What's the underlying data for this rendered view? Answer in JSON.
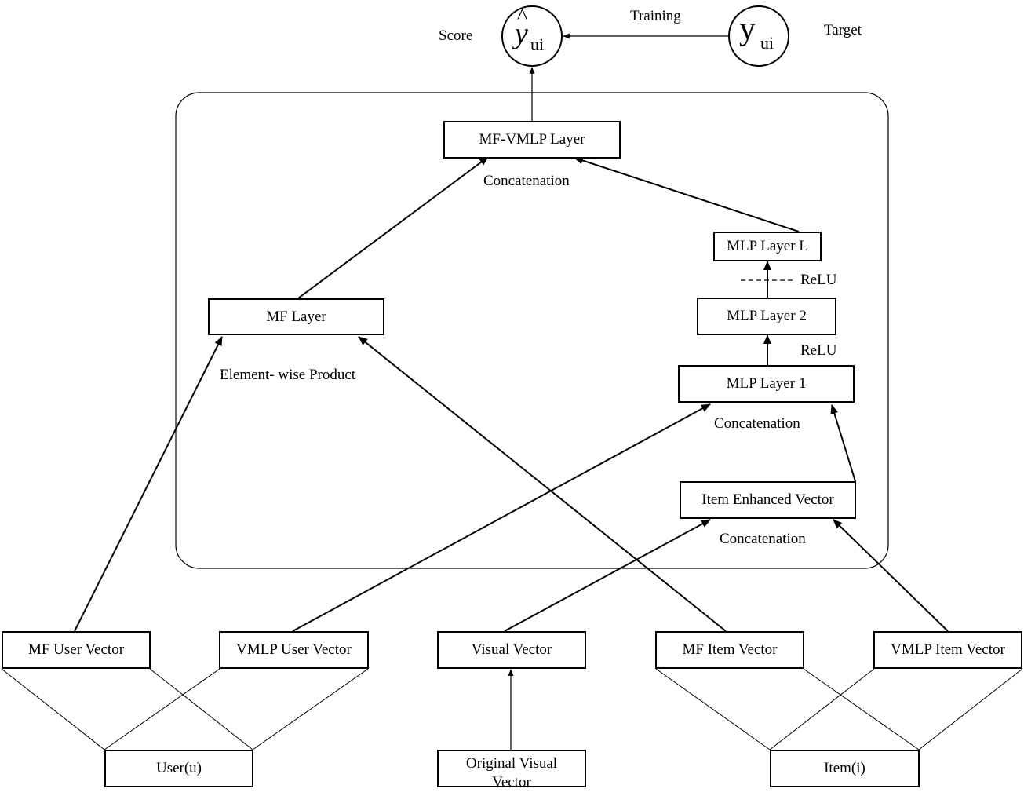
{
  "score": {
    "label": "Score",
    "symbol": "y",
    "hat": "^",
    "subscript": "ui"
  },
  "target": {
    "label": "Target",
    "symbol": "y",
    "subscript": "ui"
  },
  "training_label": "Training",
  "layers": {
    "mf_vmlp": "MF-VMLP Layer",
    "mf": "MF Layer",
    "mlp_l": "MLP Layer L",
    "mlp_2": "MLP Layer 2",
    "mlp_1": "MLP Layer 1",
    "item_enhanced": "Item Enhanced Vector"
  },
  "annotations": {
    "concat_top": "Concatenation",
    "concat_mlp1": "Concatenation",
    "concat_item": "Concatenation",
    "element_wise": "Element- wise Product",
    "relu_top": "ReLU",
    "relu_mid": "ReLU"
  },
  "vectors": {
    "mf_user": "MF User Vector",
    "vmlp_user": "VMLP User Vector",
    "visual": "Visual Vector",
    "mf_item": "MF Item Vector",
    "vmlp_item": "VMLP Item Vector"
  },
  "inputs": {
    "user": "User(u)",
    "original_visual_line1": "Original Visual",
    "original_visual_line2": "Vector",
    "item": "Item(i)"
  }
}
